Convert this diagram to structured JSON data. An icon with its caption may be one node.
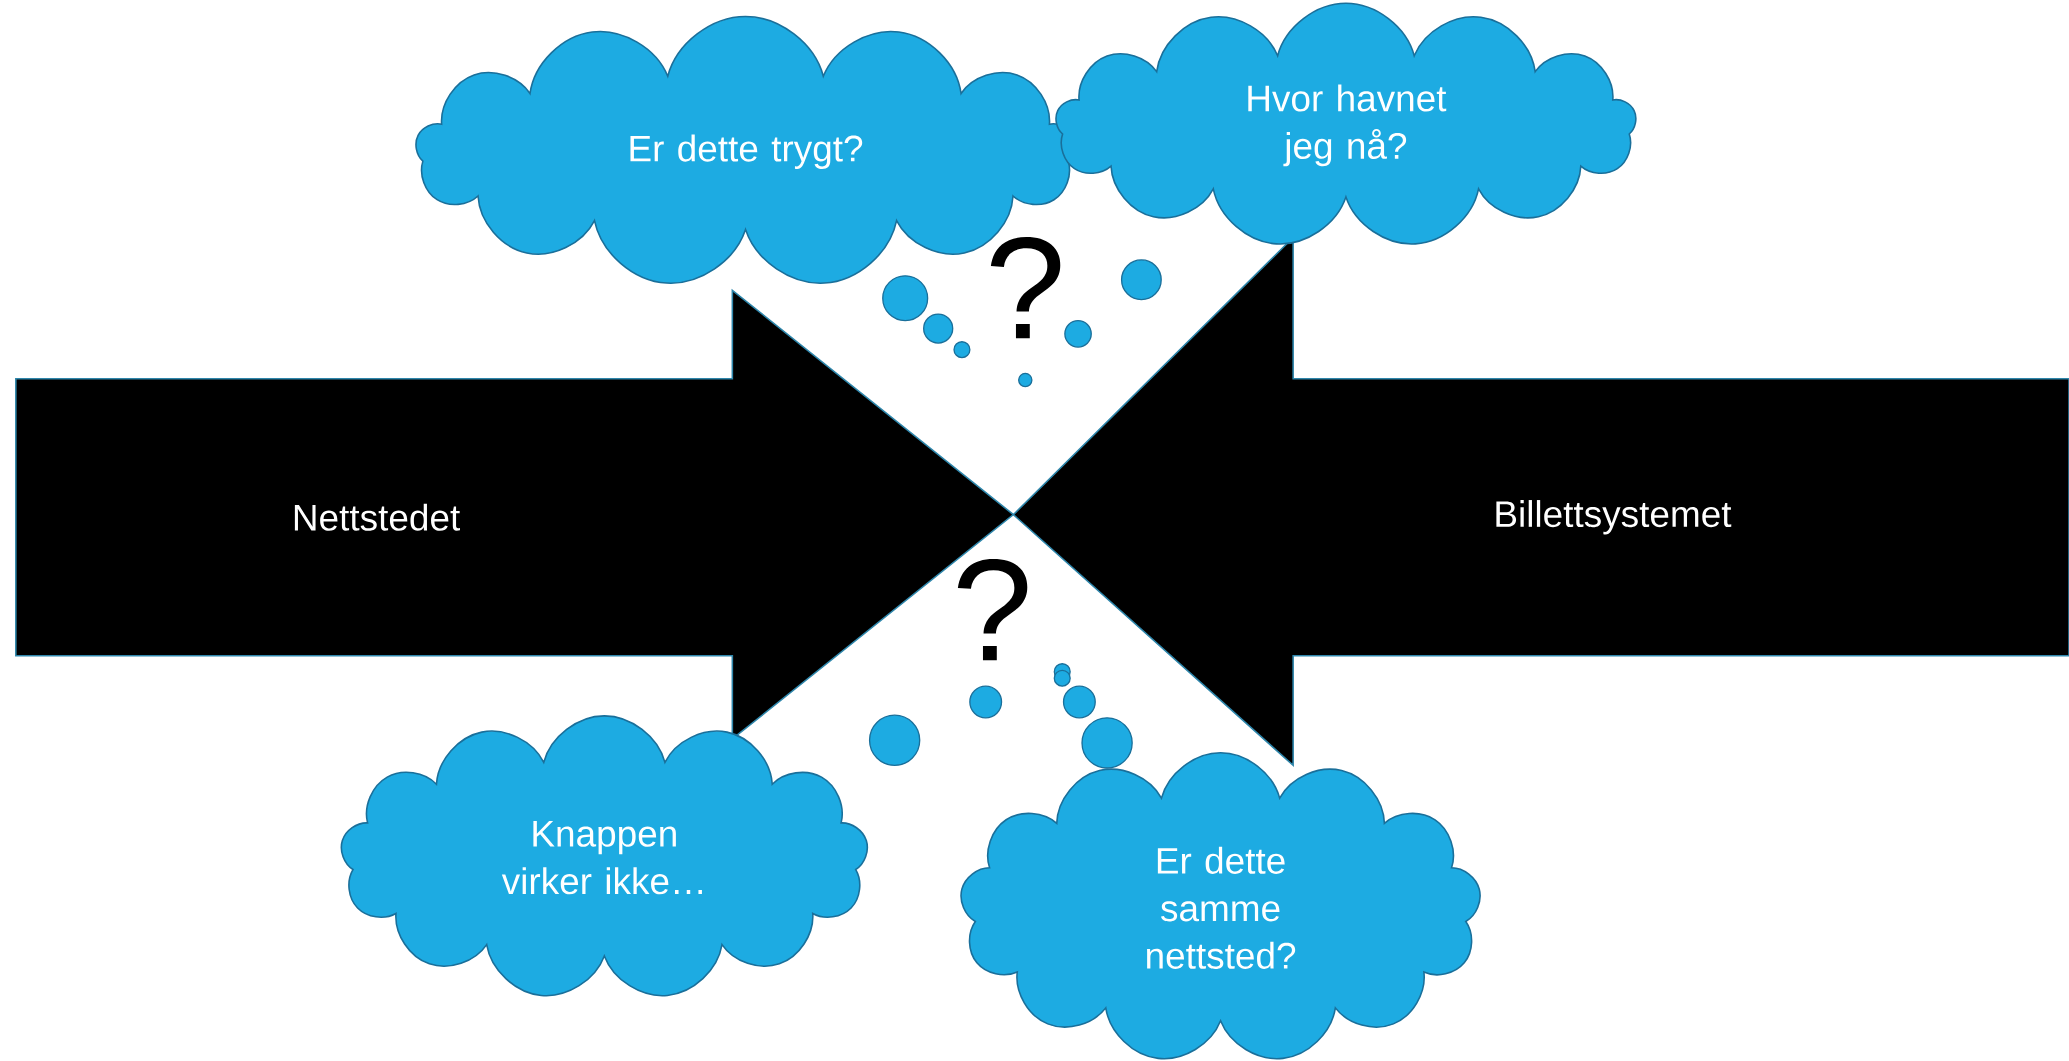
{
  "diagram": {
    "nodes": [
      {
        "text": [
          "Er dette trygt?"
        ]
      },
      {
        "text": [
          "Hvor havnet jeg nå?"
        ]
      },
      {
        "text": [
          "Nettstedet"
        ]
      },
      {
        "text": [
          "Billettsystemet"
        ]
      },
      {
        "text": [
          "Knappen virker ikke…"
        ]
      },
      {
        "text": [
          "Er dette samme nettsted?"
        ]
      }
    ],
    "labels": [
      "?",
      "?"
    ]
  }
}
